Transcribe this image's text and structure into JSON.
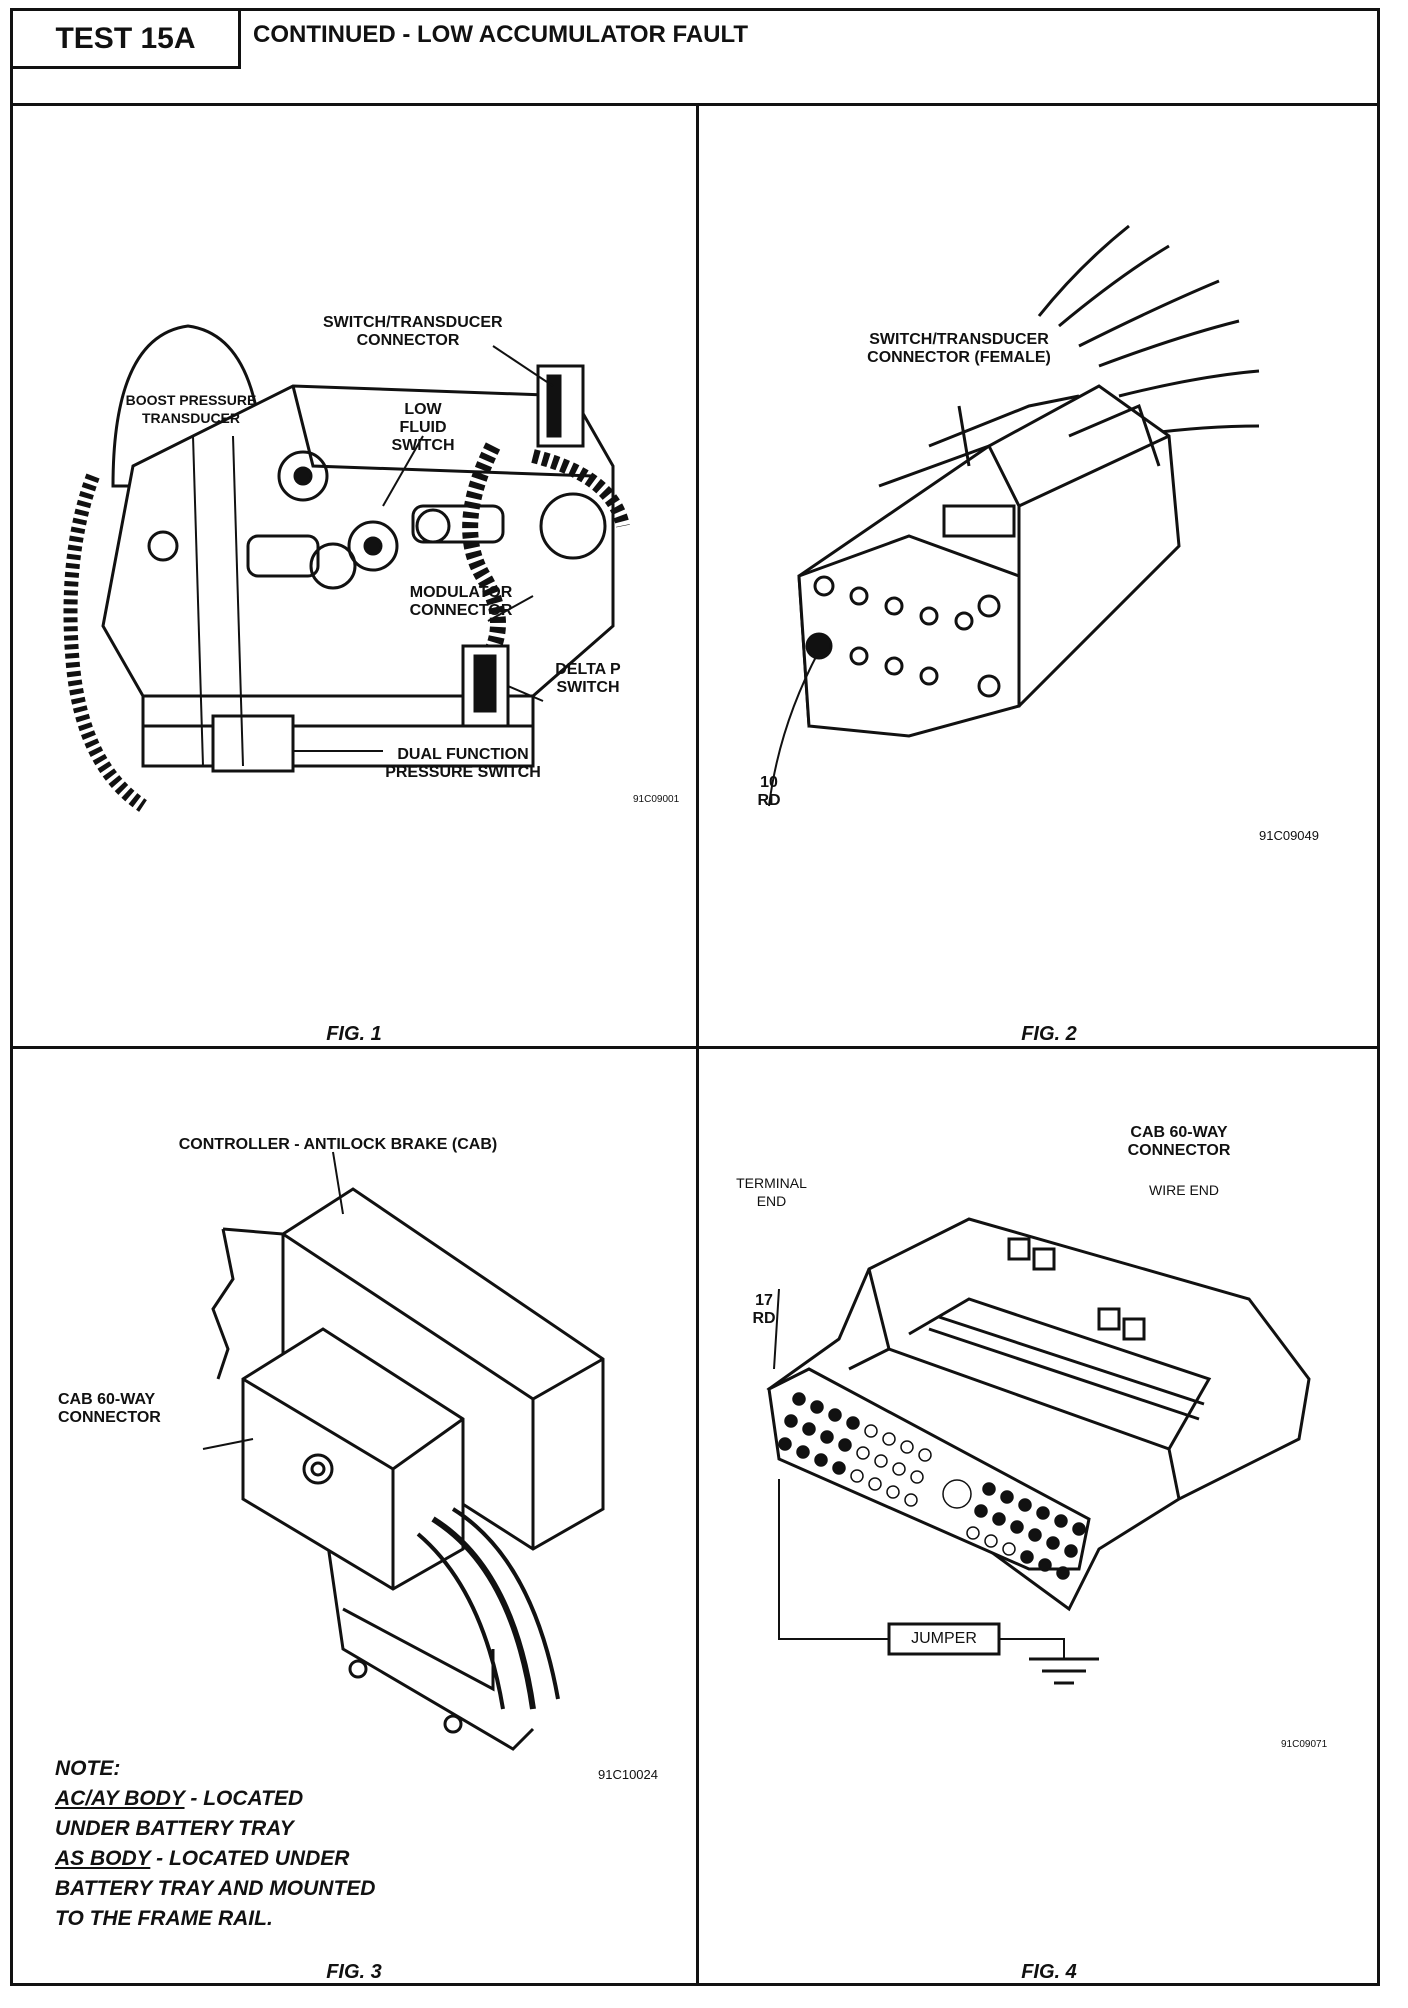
{
  "header": {
    "test_id": "TEST 15A",
    "title": "CONTINUED - LOW ACCUMULATOR FAULT"
  },
  "fig1": {
    "caption": "FIG. 1",
    "code": "91C09001",
    "labels": {
      "switch_transducer_connector": "SWITCH/TRANSDUCER CONNECTOR",
      "boost_pressure_transducer": "BOOST PRESSURE TRANSDUCER",
      "low_fluid_switch": "LOW FLUID SWITCH",
      "modulator_connector": "MODULATOR CONNECTOR",
      "delta_p_switch": "DELTA P SWITCH",
      "dual_function_pressure_switch": "DUAL FUNCTION PRESSURE SWITCH"
    }
  },
  "fig2": {
    "caption": "FIG. 2",
    "code": "91C09049",
    "labels": {
      "connector_female": "SWITCH/TRANSDUCER CONNECTOR (FEMALE)",
      "pin_number": "10",
      "pin_color": "RD"
    }
  },
  "fig3": {
    "caption": "FIG. 3",
    "code": "91C10024",
    "labels": {
      "controller": "CONTROLLER - ANTILOCK BRAKE (CAB)",
      "cab_connector": "CAB 60-WAY CONNECTOR"
    },
    "note": {
      "heading": "NOTE:",
      "line1_body": "AC/AY BODY",
      "line1_rest": " - LOCATED",
      "line2": "UNDER BATTERY TRAY",
      "line3_body": "AS BODY",
      "line3_rest": " - LOCATED UNDER",
      "line4": "BATTERY TRAY AND MOUNTED",
      "line5": "TO THE FRAME RAIL."
    }
  },
  "fig4": {
    "caption": "FIG. 4",
    "code": "91C09071",
    "labels": {
      "cab_connector": "CAB 60-WAY CONNECTOR",
      "terminal_end": "TERMINAL END",
      "wire_end": "WIRE END",
      "pin_number": "17",
      "pin_color": "RD",
      "jumper": "JUMPER"
    }
  }
}
